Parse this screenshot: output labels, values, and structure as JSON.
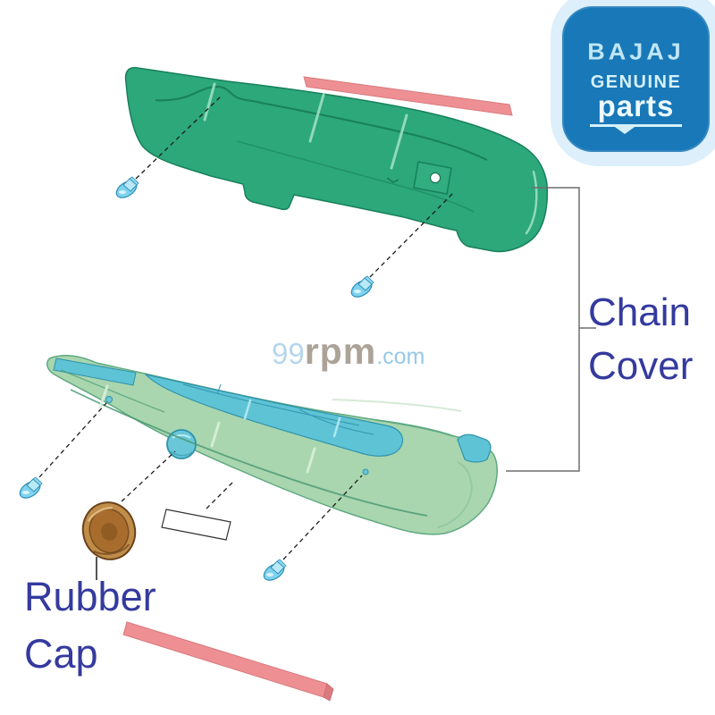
{
  "badge": {
    "brand": "BAJAJ",
    "line1": "GENUINE",
    "line2": "parts"
  },
  "watermark": {
    "number": "99",
    "word": "rpm",
    "tld": ".com"
  },
  "callouts": {
    "chain_cover_lines": [
      "Chain",
      "Cover"
    ],
    "rubber_cap_lines": [
      "Rubber",
      "Cap"
    ]
  },
  "colors": {
    "badge_blue": "#1878b8",
    "cover_green": "#2ca87b",
    "cover_light_green": "#a9d6ae",
    "cover_teal": "#5fc3d6",
    "rubber_pink": "#ee9093",
    "bolt_blue": "#7fd3ee",
    "cap_bronze": "#c08c4a",
    "callout_text_blue": "#343a9e"
  }
}
